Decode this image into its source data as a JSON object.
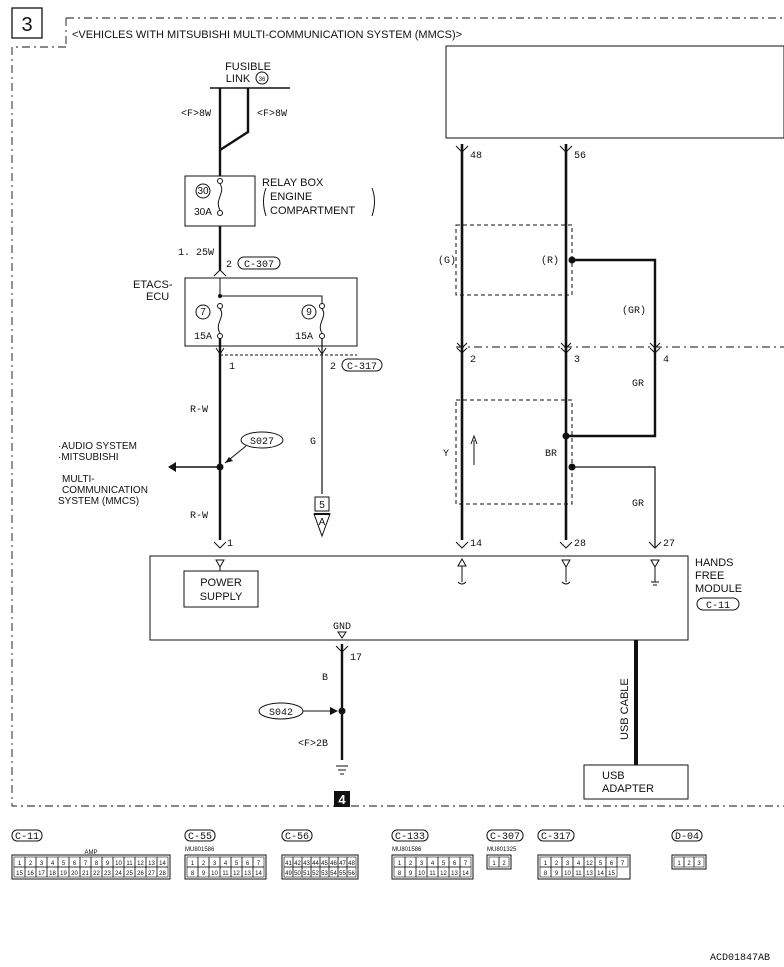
{
  "section_number": "3",
  "title": "<VEHICLES WITH MITSUBISHI MULTI-COMMUNICATION SYSTEM (MMCS)>",
  "fusible_link": {
    "line1": "FUSIBLE",
    "line2": "LINK",
    "number": "36"
  },
  "feed_left": "<F>8W",
  "feed_right": "<F>8W",
  "relay_box": {
    "title": "RELAY BOX",
    "sub1": "ENGINE",
    "sub2": "COMPARTMENT",
    "fuse_number": "30",
    "fuse_rating": "30A"
  },
  "wire_125w": "1. 25W",
  "etacs": {
    "line1": "ETACS-",
    "line2": "ECU",
    "in_pin": "2",
    "in_connector": "C-307",
    "fuse1_number": "7",
    "fuse1_rating": "15A",
    "fuse2_number": "9",
    "fuse2_rating": "15A",
    "out_pin1": "1",
    "out_pin2": "2",
    "out_connector": "C-317"
  },
  "wire_rw_upper": "R-W",
  "wire_rw_lower": "R-W",
  "wire_g": "G",
  "splice_s027": "S027",
  "audio_system": [
    "·AUDIO SYSTEM",
    "·MITSUBISHI",
    "MULTI-",
    "COMMUNICATION",
    "SYSTEM (MMCS)"
  ],
  "ref_5": "5",
  "ref_a": "A",
  "mmcs_pins": {
    "p48": "48",
    "p56": "56"
  },
  "wires_upper": {
    "g": "(G)",
    "r": "(R)",
    "gr": "(GR)"
  },
  "junction_pins": {
    "p2": "2",
    "p3": "3",
    "p4": "4"
  },
  "wires_lower": {
    "y": "Y",
    "br": "BR",
    "gr1": "GR",
    "gr2": "GR"
  },
  "hfm_pins": {
    "p1": "1",
    "p14": "14",
    "p28": "28",
    "p27": "27",
    "p17": "17"
  },
  "hfm": {
    "title": [
      "HANDS",
      "FREE",
      "MODULE"
    ],
    "connector": "C-11",
    "power_supply": [
      "POWER",
      "SUPPLY"
    ],
    "gnd": "GND"
  },
  "ground": {
    "wire_b": "B",
    "splice": "S042",
    "wire_2b": "<F>2B",
    "ref": "4"
  },
  "usb_cable": "USB CABLE",
  "usb_adapter": [
    "USB",
    "ADAPTER"
  ],
  "connectors": [
    {
      "id": "C-11",
      "part": "",
      "sublabel": "AMP",
      "row1": [
        "1",
        "2",
        "3",
        "4",
        "5",
        "6",
        "7",
        "8",
        "9",
        "10",
        "11",
        "12",
        "13",
        "14"
      ],
      "row2": [
        "15",
        "16",
        "17",
        "18",
        "19",
        "20",
        "21",
        "22",
        "23",
        "24",
        "25",
        "26",
        "27",
        "28"
      ]
    },
    {
      "id": "C-55",
      "part": "MU801586",
      "sublabel": "",
      "row1": [
        "1",
        "2",
        "3",
        "4",
        "5",
        "6",
        "7"
      ],
      "row2": [
        "8",
        "9",
        "10",
        "11",
        "12",
        "13",
        "14"
      ]
    },
    {
      "id": "C-56",
      "part": "",
      "sublabel": "",
      "row1": [
        "41",
        "42",
        "43",
        "44",
        "45",
        "46",
        "47",
        "48"
      ],
      "row2": [
        "49",
        "50",
        "51",
        "52",
        "53",
        "54",
        "55",
        "56"
      ]
    },
    {
      "id": "C-133",
      "part": "MU801586",
      "sublabel": "",
      "row1": [
        "1",
        "2",
        "3",
        "4",
        "5",
        "6",
        "7"
      ],
      "row2": [
        "8",
        "9",
        "10",
        "11",
        "12",
        "13",
        "14"
      ]
    },
    {
      "id": "C-307",
      "part": "MU801325",
      "sublabel": "",
      "row1": [
        "1",
        "2"
      ],
      "row2": []
    },
    {
      "id": "C-317",
      "part": "",
      "sublabel": "",
      "row1": [
        "1",
        "2",
        "3",
        "4",
        "12",
        "5",
        "6",
        "7"
      ],
      "row2": [
        "8",
        "9",
        "10",
        "11",
        "13",
        "14",
        "15"
      ]
    },
    {
      "id": "D-04",
      "part": "",
      "sublabel": "",
      "row1": [
        "1",
        "2",
        "3"
      ],
      "row2": []
    }
  ],
  "figure_code": "ACD01847AB"
}
